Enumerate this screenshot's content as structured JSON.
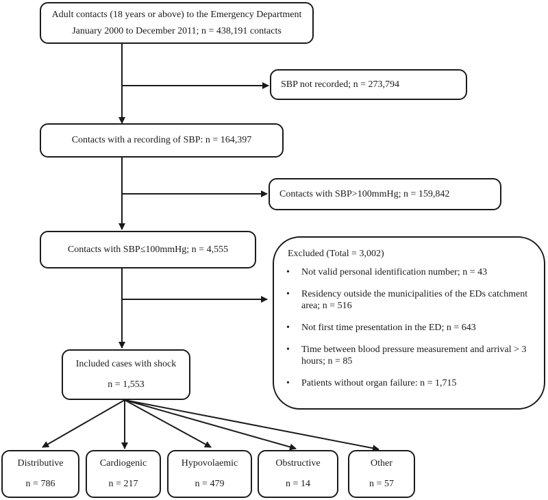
{
  "boxes": {
    "adult_contacts": {
      "line1": "Adult contacts (18 years or above) to the Emergency Department",
      "line2": "January 2000 to December 2011; n = 438,191 contacts"
    },
    "sbp_not_recorded": "SBP not recorded; n = 273,794",
    "contacts_with_sbp": "Contacts  with a recording of SBP: n = 164,397",
    "sbp_over_100": "Contacts with SBP>100mmHg; n = 159,842",
    "sbp_under_100": "Contacts with SBP≤100mmHg; n = 4,555",
    "included": {
      "line1": "Included cases with shock",
      "line2": "n = 1,553"
    }
  },
  "excluded": {
    "title": "Excluded (Total = 3,002)",
    "bullet_symbol": "•",
    "items": [
      "Not valid personal identification number; n = 43",
      "Residency outside the  municipalities of the EDs catchment area; n = 516",
      "Not first time presentation in the ED; n = 643",
      "Time between blood pressure measurement and arrival > 3 hours; n = 85",
      "Patients without organ failure:  n = 1,715"
    ]
  },
  "shock_types": [
    {
      "name": "Distributive",
      "count": "n = 786"
    },
    {
      "name": "Cardiogenic",
      "count": "n = 217"
    },
    {
      "name": "Hypovolaemic",
      "count": "n = 479"
    },
    {
      "name": "Obstructive",
      "count": "n = 14"
    },
    {
      "name": "Other",
      "count": "n = 57"
    }
  ],
  "colors": {
    "stroke": "#1a1a1a",
    "background": "#ffffff"
  }
}
